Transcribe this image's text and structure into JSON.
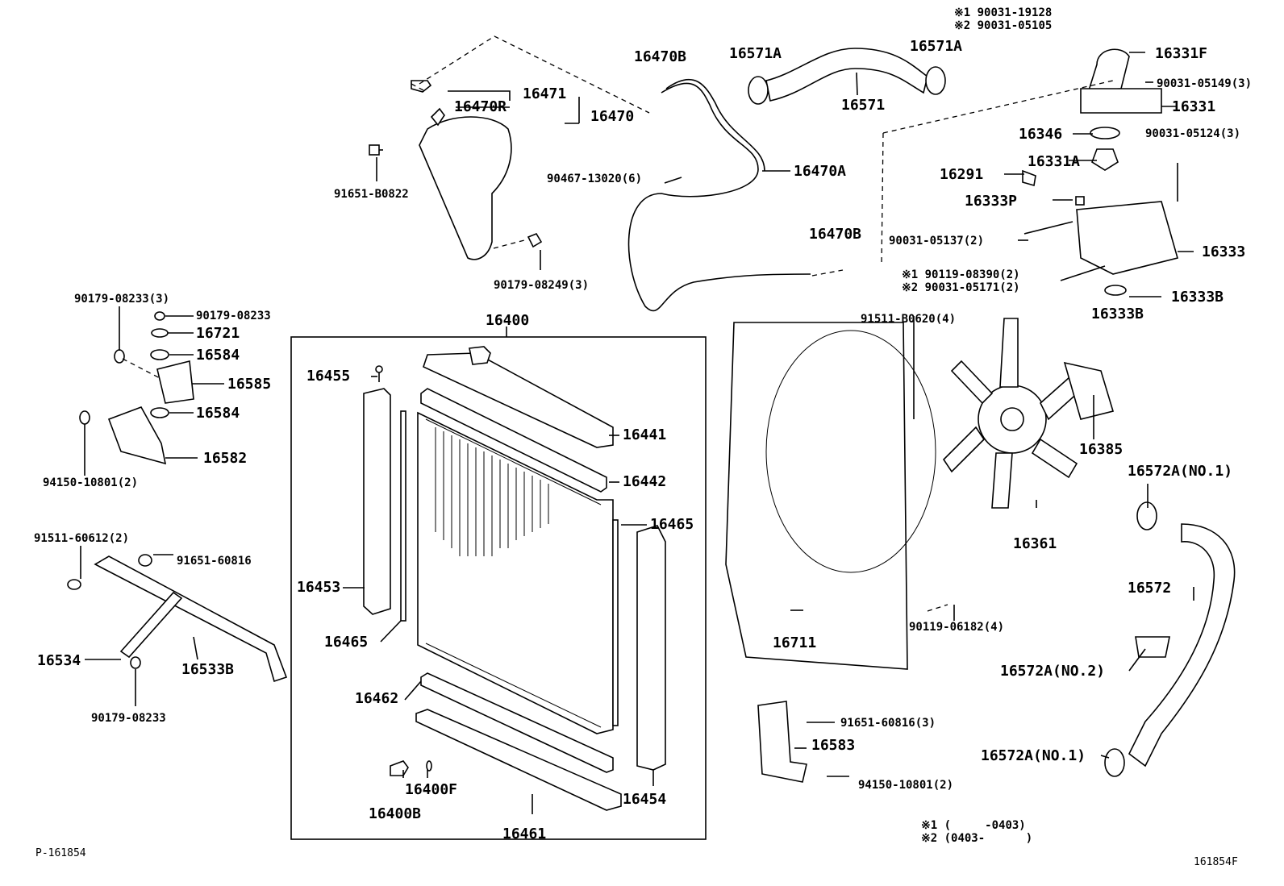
{
  "callouts": {
    "c16400": "16400",
    "c16455": "16455",
    "c16441": "16441",
    "c16442": "16442",
    "c16465a": "16465",
    "c16465b": "16465",
    "c16453": "16453",
    "c16462": "16462",
    "c16400f": "16400F",
    "c16400b": "16400B",
    "c16461": "16461",
    "c16454": "16454",
    "c16470b1": "16470B",
    "c16571a1": "16571A",
    "c16571a2": "16571A",
    "c16571": "16571",
    "c16471": "16471",
    "c16470r": "16470R",
    "c16470": "16470",
    "c91651b0822": "91651-B0822",
    "c90467": "90467-13020(6)",
    "c16470a": "16470A",
    "c90179_08249": "90179-08249(3)",
    "c16470b2": "16470B",
    "c16331f": "16331F",
    "c90031_05149": "90031-05149(3)",
    "c16331": "16331",
    "c16346": "16346",
    "c90031_05124": "90031-05124(3)",
    "c16331a": "16331A",
    "c16291": "16291",
    "c16333p": "16333P",
    "c90031_05137": "90031-05137(2)",
    "c16333": "16333",
    "c16333b1": "16333B",
    "c16333b2": "16333B",
    "c91511b0620": "91511-B0620(4)",
    "c16385": "16385",
    "c16361": "16361",
    "c16572a_no1a": "16572A(NO.1)",
    "c16572": "16572",
    "c16572a_no2": "16572A(NO.2)",
    "c16572a_no1b": "16572A(NO.1)",
    "c16711": "16711",
    "c90119_06182": "90119-06182(4)",
    "c91651_60816_3": "91651-60816(3)",
    "c16583": "16583",
    "c94150_10801_2b": "94150-10801(2)",
    "c90179_08233_3": "90179-08233(3)",
    "c90179_08233a": "90179-08233",
    "c16721": "16721",
    "c16584a": "16584",
    "c16585": "16585",
    "c16584b": "16584",
    "c16582": "16582",
    "c94150_10801_2a": "94150-10801(2)",
    "c91511_60612": "91511-60612(2)",
    "c91651_60816": "91651-60816",
    "c16534": "16534",
    "c16533b": "16533B",
    "c90179_08233b": "90179-08233"
  },
  "variant_callouts": {
    "top1": "※1 90031-19128",
    "top2": "※2 90031-05105",
    "mid1": "※1 90119-08390(2)",
    "mid2": "※2 90031-05171(2)"
  },
  "legend": {
    "line1": "※1 (     -0403)",
    "line2": "※2 (0403-      )"
  },
  "footer": {
    "left": "P-161854",
    "right": "161854F"
  }
}
